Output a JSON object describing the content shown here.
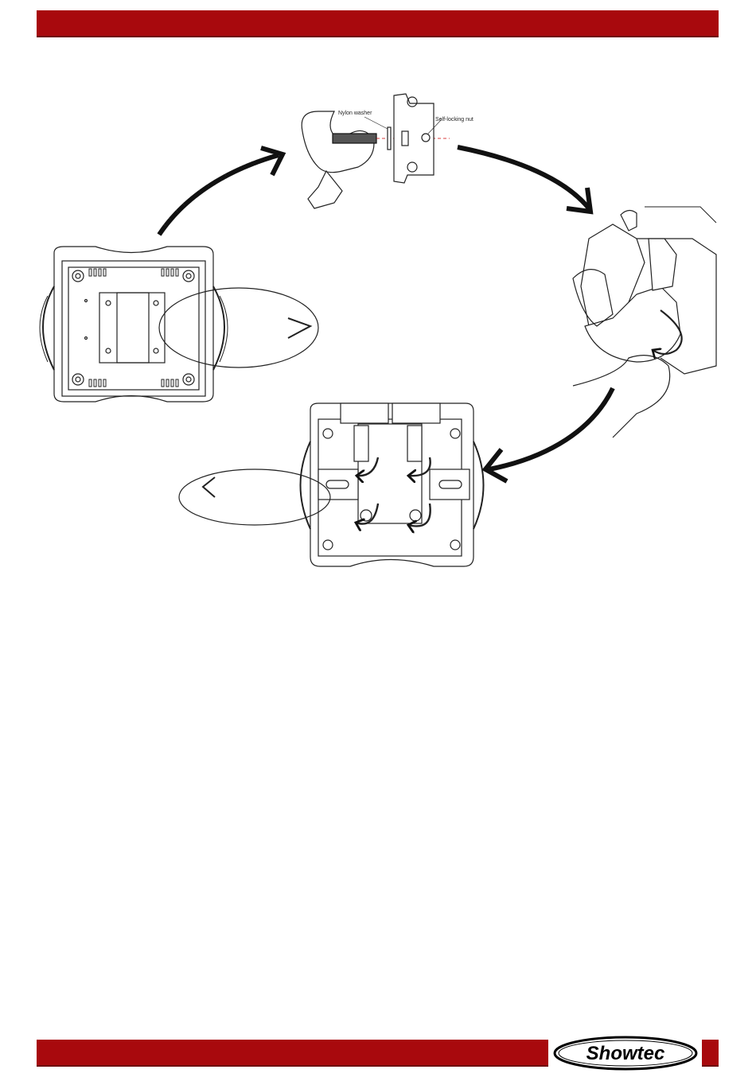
{
  "header": {
    "color": "#a8090d"
  },
  "figure": {
    "callouts": {
      "nylon_washer": "Nylon washer",
      "self_locking_nut": "Self-locking nut"
    }
  },
  "footer": {
    "color": "#a8090d",
    "logo_text": "Showtec"
  }
}
